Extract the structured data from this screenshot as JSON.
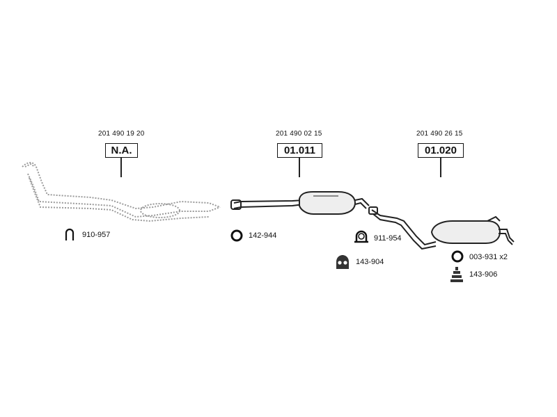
{
  "groups": [
    {
      "oem": "201 490 19 20",
      "code": "N.A."
    },
    {
      "oem": "201 490 02 15",
      "code": "01.011"
    },
    {
      "oem": "201 490 26 15",
      "code": "01.020"
    }
  ],
  "parts": [
    {
      "number": "910-957",
      "icon": "u-clamp-icon"
    },
    {
      "number": "142-944",
      "icon": "ring-gasket-icon"
    },
    {
      "number": "911-954",
      "icon": "pipe-clamp-icon"
    },
    {
      "number": "143-904",
      "icon": "rubber-hanger-icon"
    },
    {
      "number": "003-931 x2",
      "icon": "ring-gasket-icon"
    },
    {
      "number": "143-906",
      "icon": "rubber-mount-icon"
    }
  ]
}
